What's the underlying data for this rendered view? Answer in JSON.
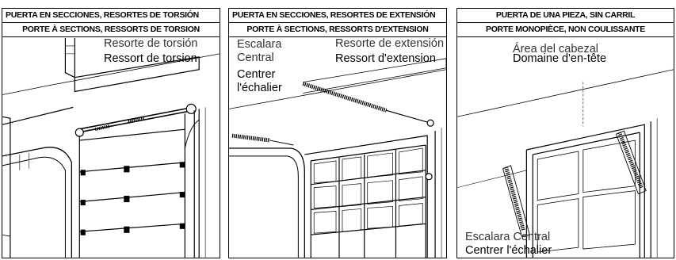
{
  "panels": [
    {
      "title_es": "PUERTA EN SECCIONES, RESORTES DE TORSIÓN",
      "title_fr": "PORTE À SECTIONS, RESSORTS DE TORSION",
      "labels": [
        "Resorte de torsión",
        "Ressort de torsion"
      ]
    },
    {
      "title_es": "PUERTA EN SECCIONES, RESORTES DE EXTENSIÓN",
      "title_fr": "PORTE À SECTIONS, RESSORTS D'EXTENSION",
      "labels": [
        "Escalara Central",
        "Centrer l'échalier",
        "Resorte de extensión",
        "Ressort d'extension"
      ]
    },
    {
      "title_es": "PUERTA DE UNA PIEZA, SIN CARRIL",
      "title_fr": "PORTE MONOPIÈCE, NON COULISSANTE",
      "labels": [
        "Área del cabezal",
        "Domaine d'en-tête",
        "Escalara Central",
        "Centrer l'échalier"
      ]
    }
  ]
}
